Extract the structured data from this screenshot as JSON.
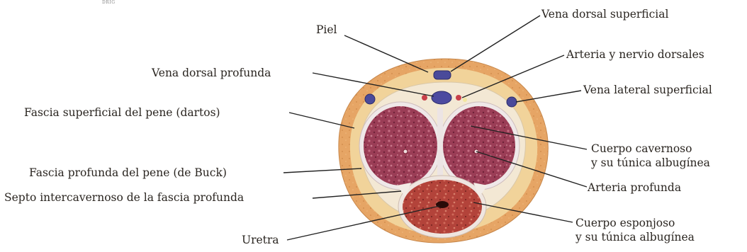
{
  "corner_mark": "DRIG",
  "labels": {
    "piel": "Piel",
    "vena_dorsal_superficial": "Vena dorsal superficial",
    "arteria_nervio_dorsales": "Arteria y nervio dorsales",
    "vena_dorsal_profunda": "Vena dorsal profunda",
    "vena_lateral_superficial": "Vena lateral superficial",
    "fascia_superficial": "Fascia superficial del pene (dartos)",
    "cuerpo_cavernoso_1": "Cuerpo cavernoso",
    "cuerpo_cavernoso_2": "y su túnica albugínea",
    "fascia_profunda": "Fascia profunda del pene (de Buck)",
    "septo": "Septo intercavernoso de la fascia profunda",
    "arteria_profunda": "Arteria profunda",
    "uretra": "Uretra",
    "cuerpo_esponjoso_1": "Cuerpo esponjoso",
    "cuerpo_esponjoso_2": "y su túnica albugínea"
  },
  "colors": {
    "skin": "#e7a765",
    "dartos": "#f1d59a",
    "buck": "#f4ead8",
    "tunica": "#ece6e6",
    "cavernosum": "#9e3f57",
    "spongiosum": "#b3433a",
    "vein": "#4a4a9a",
    "leader": "#222222"
  }
}
